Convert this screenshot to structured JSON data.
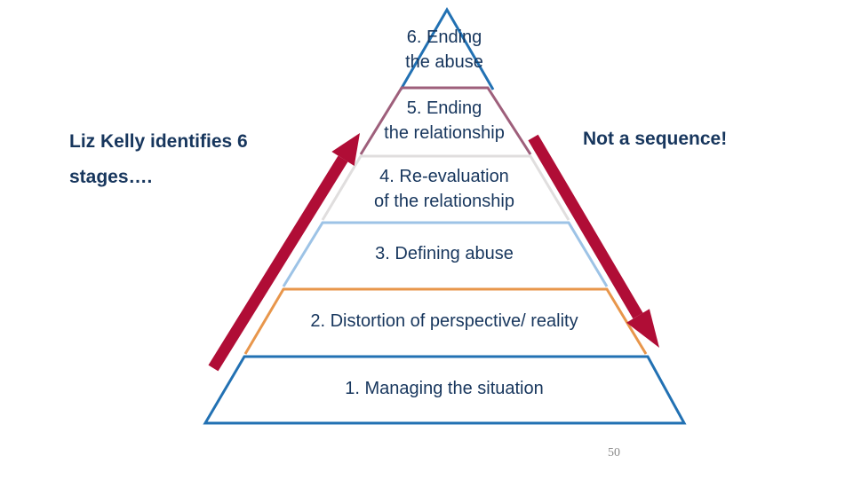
{
  "slide": {
    "heading_left": "Liz Kelly identifies 6\nstages….",
    "annotation_right": "Not a sequence!",
    "page_number": "50"
  },
  "pyramid": {
    "title_implicit": "6 stages of ending abuse (pyramid, bottom = stage 1)",
    "stages": [
      {
        "id": 6,
        "label": "6. Ending\nthe abuse",
        "outline_color": "#2271B3"
      },
      {
        "id": 5,
        "label": "5. Ending\nthe relationship",
        "outline_color": "#9E5F7B"
      },
      {
        "id": 4,
        "label": "4. Re-evaluation\nof the relationship",
        "outline_color": "#E0DEDE"
      },
      {
        "id": 3,
        "label": "3. Defining abuse",
        "outline_color": "#9DC3E6"
      },
      {
        "id": 2,
        "label": "2. Distortion of perspective/ reality",
        "outline_color": "#E8964B"
      },
      {
        "id": 1,
        "label": "1. Managing the situation",
        "outline_color": "#2271B3"
      }
    ],
    "arrows": [
      {
        "name": "up-arrow",
        "direction": "up-right along left side of pyramid"
      },
      {
        "name": "down-arrow",
        "direction": "down-right along right side of pyramid"
      }
    ]
  },
  "colors": {
    "arrow": "#B00D36",
    "text_navy": "#17365D",
    "page_number_gray": "#8a8a8a",
    "background": "#ffffff"
  }
}
